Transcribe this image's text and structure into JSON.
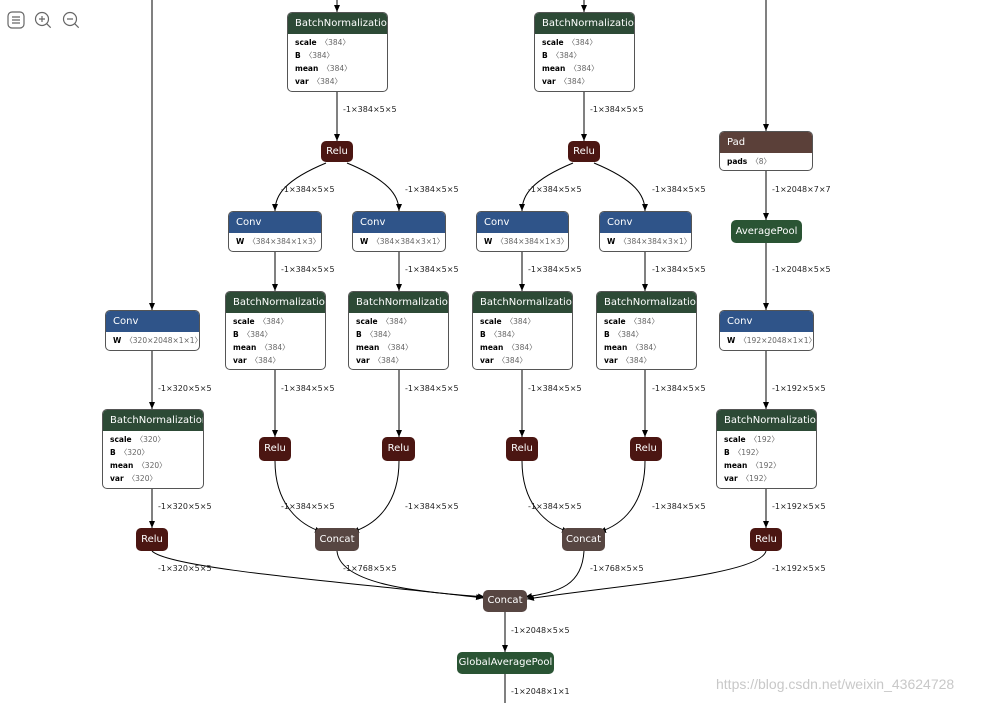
{
  "colors": {
    "conv": "#2f5489",
    "batchnorm": "#2d4a36",
    "relu": "#4b1612",
    "concat": "#574642",
    "pad": "#5b4039",
    "pool": "#2a5434"
  },
  "toolbar": {
    "menu": "menu-icon",
    "zoom_in": "zoom-in-icon",
    "zoom_out": "zoom-out-icon"
  },
  "nodes": {
    "bn_a": {
      "title": "BatchNormalization",
      "attrs": [
        {
          "k": "scale",
          "v": "〈384〉"
        },
        {
          "k": "B",
          "v": "〈384〉"
        },
        {
          "k": "mean",
          "v": "〈384〉"
        },
        {
          "k": "var",
          "v": "〈384〉"
        }
      ]
    },
    "bn_b": {
      "title": "BatchNormalization",
      "attrs": [
        {
          "k": "scale",
          "v": "〈384〉"
        },
        {
          "k": "B",
          "v": "〈384〉"
        },
        {
          "k": "mean",
          "v": "〈384〉"
        },
        {
          "k": "var",
          "v": "〈384〉"
        }
      ]
    },
    "pad": {
      "title": "Pad",
      "attrs": [
        {
          "k": "pads",
          "v": "〈8〉"
        }
      ]
    },
    "conv_1": {
      "title": "Conv",
      "attrs": [
        {
          "k": "W",
          "v": "〈384×384×1×3〉"
        }
      ]
    },
    "conv_2": {
      "title": "Conv",
      "attrs": [
        {
          "k": "W",
          "v": "〈384×384×3×1〉"
        }
      ]
    },
    "conv_3": {
      "title": "Conv",
      "attrs": [
        {
          "k": "W",
          "v": "〈384×384×1×3〉"
        }
      ]
    },
    "conv_4": {
      "title": "Conv",
      "attrs": [
        {
          "k": "W",
          "v": "〈384×384×3×1〉"
        }
      ]
    },
    "conv_left": {
      "title": "Conv",
      "attrs": [
        {
          "k": "W",
          "v": "〈320×2048×1×1〉"
        }
      ]
    },
    "conv_right": {
      "title": "Conv",
      "attrs": [
        {
          "k": "W",
          "v": "〈192×2048×1×1〉"
        }
      ]
    },
    "bn_1": {
      "title": "BatchNormalization",
      "attrs": [
        {
          "k": "scale",
          "v": "〈384〉"
        },
        {
          "k": "B",
          "v": "〈384〉"
        },
        {
          "k": "mean",
          "v": "〈384〉"
        },
        {
          "k": "var",
          "v": "〈384〉"
        }
      ]
    },
    "bn_2": {
      "title": "BatchNormalization",
      "attrs": [
        {
          "k": "scale",
          "v": "〈384〉"
        },
        {
          "k": "B",
          "v": "〈384〉"
        },
        {
          "k": "mean",
          "v": "〈384〉"
        },
        {
          "k": "var",
          "v": "〈384〉"
        }
      ]
    },
    "bn_3": {
      "title": "BatchNormalization",
      "attrs": [
        {
          "k": "scale",
          "v": "〈384〉"
        },
        {
          "k": "B",
          "v": "〈384〉"
        },
        {
          "k": "mean",
          "v": "〈384〉"
        },
        {
          "k": "var",
          "v": "〈384〉"
        }
      ]
    },
    "bn_4": {
      "title": "BatchNormalization",
      "attrs": [
        {
          "k": "scale",
          "v": "〈384〉"
        },
        {
          "k": "B",
          "v": "〈384〉"
        },
        {
          "k": "mean",
          "v": "〈384〉"
        },
        {
          "k": "var",
          "v": "〈384〉"
        }
      ]
    },
    "bn_left": {
      "title": "BatchNormalization",
      "attrs": [
        {
          "k": "scale",
          "v": "〈320〉"
        },
        {
          "k": "B",
          "v": "〈320〉"
        },
        {
          "k": "mean",
          "v": "〈320〉"
        },
        {
          "k": "var",
          "v": "〈320〉"
        }
      ]
    },
    "bn_right": {
      "title": "BatchNormalization",
      "attrs": [
        {
          "k": "scale",
          "v": "〈192〉"
        },
        {
          "k": "B",
          "v": "〈192〉"
        },
        {
          "k": "mean",
          "v": "〈192〉"
        },
        {
          "k": "var",
          "v": "〈192〉"
        }
      ]
    }
  },
  "ops": {
    "relu_a": "Relu",
    "relu_b": "Relu",
    "avgpool": "AveragePool",
    "relu_1": "Relu",
    "relu_2": "Relu",
    "relu_3": "Relu",
    "relu_4": "Relu",
    "relu_left": "Relu",
    "relu_right": "Relu",
    "concat_a": "Concat",
    "concat_b": "Concat",
    "concat_main": "Concat",
    "gap": "GlobalAveragePool"
  },
  "edge_labels": {
    "e_bna_relu": "-1×384×5×5",
    "e_bnb_relu": "-1×384×5×5",
    "e_relua_c1": "-1×384×5×5",
    "e_relua_c2": "-1×384×5×5",
    "e_relub_c3": "-1×384×5×5",
    "e_relub_c4": "-1×384×5×5",
    "e_pad_pool": "-1×2048×7×7",
    "e_c1_bn1": "-1×384×5×5",
    "e_c2_bn2": "-1×384×5×5",
    "e_c3_bn3": "-1×384×5×5",
    "e_c4_bn4": "-1×384×5×5",
    "e_pool_conv": "-1×2048×5×5",
    "e_convl_bnl": "-1×320×5×5",
    "e_bn1_relu1": "-1×384×5×5",
    "e_bn2_relu2": "-1×384×5×5",
    "e_bn3_relu3": "-1×384×5×5",
    "e_bn4_relu4": "-1×384×5×5",
    "e_convr_bnr": "-1×192×5×5",
    "e_bnl_relul": "-1×320×5×5",
    "e_relu1_cat": "-1×384×5×5",
    "e_relu2_cat": "-1×384×5×5",
    "e_relu3_cat": "-1×384×5×5",
    "e_relu4_cat": "-1×384×5×5",
    "e_bnr_relur": "-1×192×5×5",
    "e_relul_main": "-1×320×5×5",
    "e_cata_main": "-1×768×5×5",
    "e_catb_main": "-1×768×5×5",
    "e_relur_main": "-1×192×5×5",
    "e_main_gap": "-1×2048×5×5",
    "e_gap_out": "-1×2048×1×1"
  },
  "watermark": "https://blog.csdn.net/weixin_43624728"
}
